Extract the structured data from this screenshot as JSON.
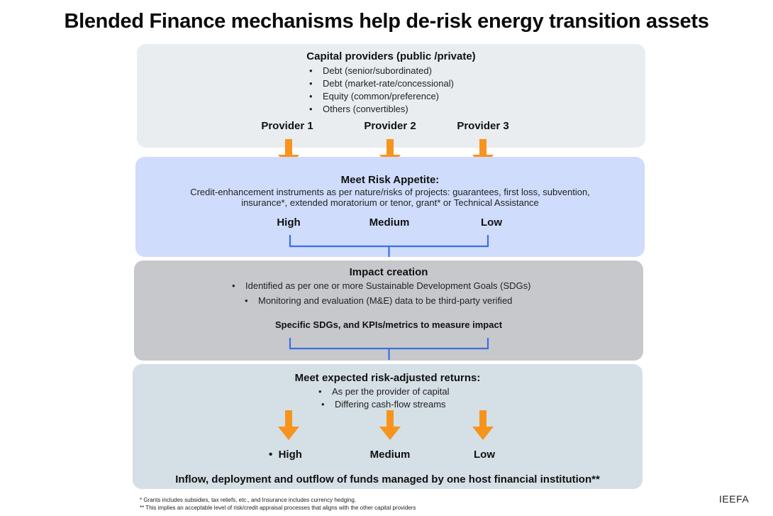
{
  "title": "Blended Finance mechanisms help de-risk energy transition assets",
  "providers": {
    "heading": "Capital providers (public /private)",
    "bullets": [
      "Debt (senior/subordinated)",
      "Debt (market-rate/concessional)",
      "Equity (common/preference)",
      "Others (convertibles)"
    ],
    "names": [
      "Provider 1",
      "Provider 2",
      "Provider 3"
    ]
  },
  "risk": {
    "heading": "Meet Risk Appetite:",
    "line1": "Credit-enhancement instruments as per nature/risks of projects: guarantees, first loss, subvention,",
    "line2": "insurance*, extended moratorium or tenor, grant* or Technical Assistance",
    "levels": [
      "High",
      "Medium",
      "Low"
    ]
  },
  "impact": {
    "heading": "Impact creation",
    "bullets": [
      "Identified as per one or more Sustainable Development Goals (SDGs)",
      "Monitoring and evaluation (M&E) data to be third-party verified"
    ],
    "subheading": "Specific SDGs, and KPIs/metrics to measure impact"
  },
  "returns": {
    "heading": "Meet expected risk-adjusted returns:",
    "bullets": [
      "As per the provider of capital",
      "Differing cash-flow streams"
    ],
    "levels": [
      "High",
      "Medium",
      "Low"
    ],
    "footer": "Inflow, deployment and outflow of funds managed by one host financial institution**"
  },
  "footnotes": [
    "* Grants includes subsidies, tax reliefs, etc., and Insurance includes currency hedging.",
    "** This implies an acceptable level of risk/credit appraisal processes that aligns with the other capital providers"
  ],
  "brand": "IEEFA",
  "colors": {
    "arrow": "#f7941d",
    "bracket": "#3b6fe0",
    "providers_bg": "#e9edf0",
    "risk_bg": "#cfdcfb",
    "impact_bg": "#c6c8cc",
    "returns_bg": "#d5dfe6"
  }
}
